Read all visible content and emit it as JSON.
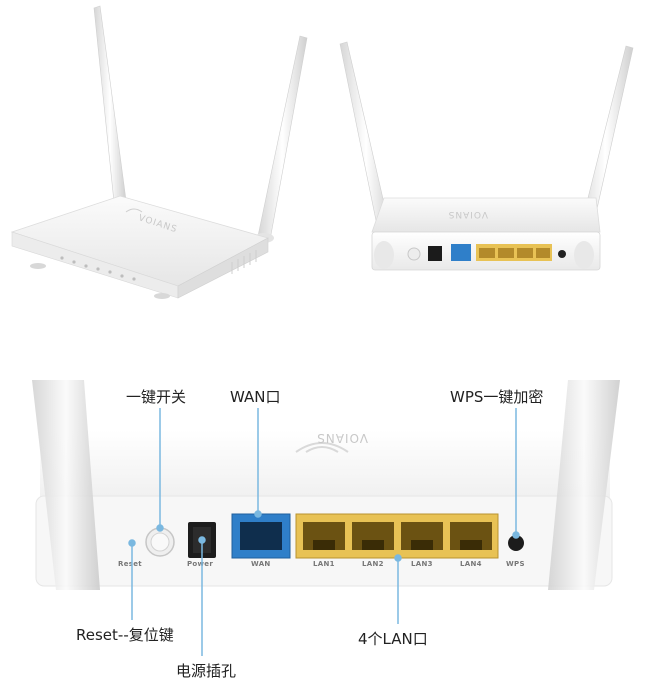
{
  "callouts": {
    "power_switch": "一键开关",
    "wan": "WAN口",
    "wps": "WPS一键加密",
    "reset": "Reset--复位键",
    "lan": "4个LAN口",
    "power_jack": "电源插孔"
  },
  "ports": {
    "reset": "Reset",
    "power": "Power",
    "wan": "WAN",
    "lan": [
      "LAN1",
      "LAN2",
      "LAN3",
      "LAN4"
    ],
    "wps": "WPS"
  },
  "brand": "VOIANS",
  "colors": {
    "wan_port": "#2f7fc9",
    "lan_ports": "#e8c255",
    "callout_line": "#7ab8e0",
    "router_body": "#f2f2f2"
  }
}
